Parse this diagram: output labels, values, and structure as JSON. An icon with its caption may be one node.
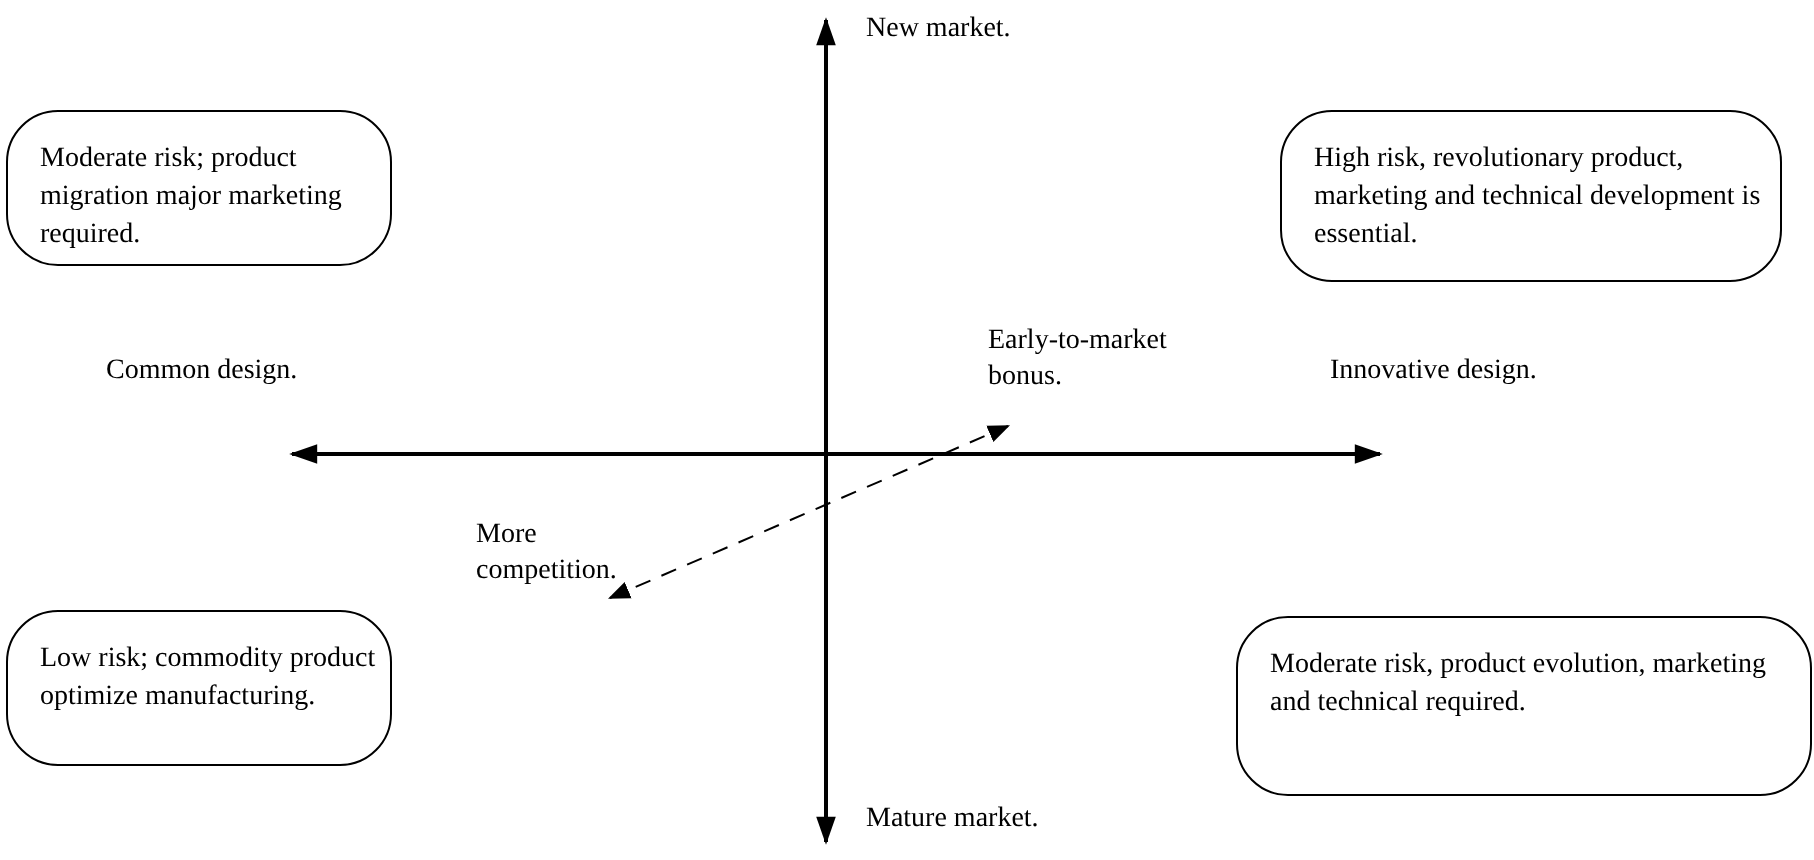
{
  "diagram": {
    "nodes": [
      {
        "text": [
          "Moderate risk; product migration major marketing required."
        ]
      },
      {
        "text": [
          "High risk, revolutionary product, marketing and technical development is essential."
        ]
      },
      {
        "text": [
          "Low risk; commodity product optimize manufacturing."
        ]
      },
      {
        "text": [
          "Moderate risk, product evolution, marketing and technical required."
        ]
      }
    ],
    "labels": [
      "New market.",
      "Common design.",
      "Early-to-market bonus.",
      "Innovative design.",
      "More competition.",
      "Mature market."
    ]
  }
}
